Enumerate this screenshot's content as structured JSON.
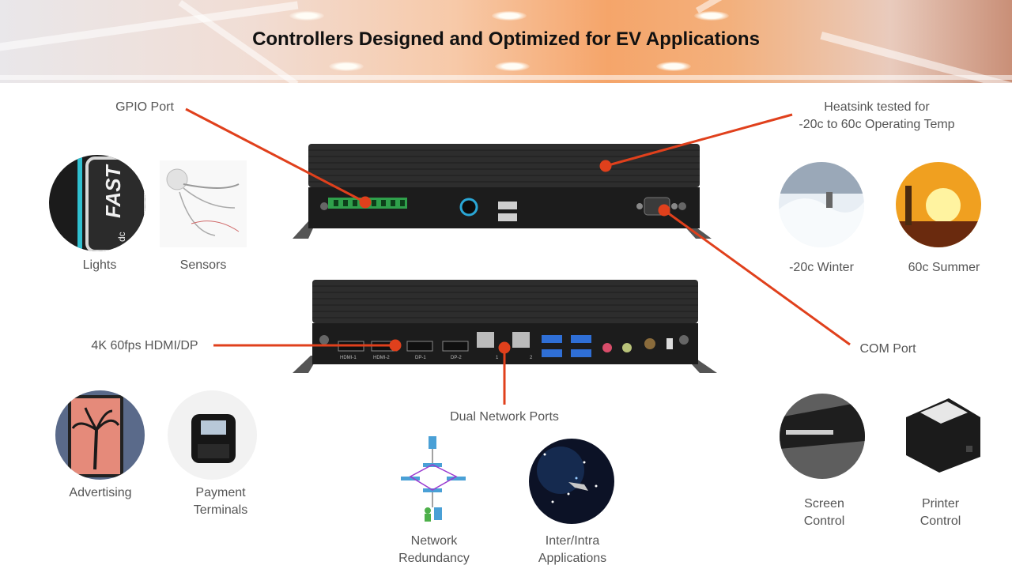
{
  "title": "Controllers Designed and Optimized for EV Applications",
  "callouts": {
    "gpio": "GPIO Port",
    "heatsink_line1": "Heatsink tested for",
    "heatsink_line2": "-20c to 60c Operating Temp",
    "hdmi": "4K 60fps HDMI/DP",
    "network": "Dual Network Ports",
    "com": "COM Port"
  },
  "applications": {
    "lights": "Lights",
    "sensors": "Sensors",
    "winter": "-20c Winter",
    "summer": "60c Summer",
    "advertising": "Advertising",
    "payment_line1": "Payment",
    "payment_line2": "Terminals",
    "network_line1": "Network",
    "network_line2": "Redundancy",
    "inter_line1": "Inter/Intra",
    "inter_line2": "Applications",
    "screen_line1": "Screen",
    "screen_line2": "Control",
    "printer_line1": "Printer",
    "printer_line2": "Control"
  },
  "device_labels": {
    "hdmi1": "HDMI-1",
    "hdmi2": "HDMI-2",
    "dp1": "DP-1",
    "dp2": "DP-2",
    "lan1": "1",
    "lan2": "2",
    "fast": "FAST",
    "dc": "dc"
  },
  "colors": {
    "accent_line": "#e0401c",
    "device_body": "#2e2e2e"
  }
}
